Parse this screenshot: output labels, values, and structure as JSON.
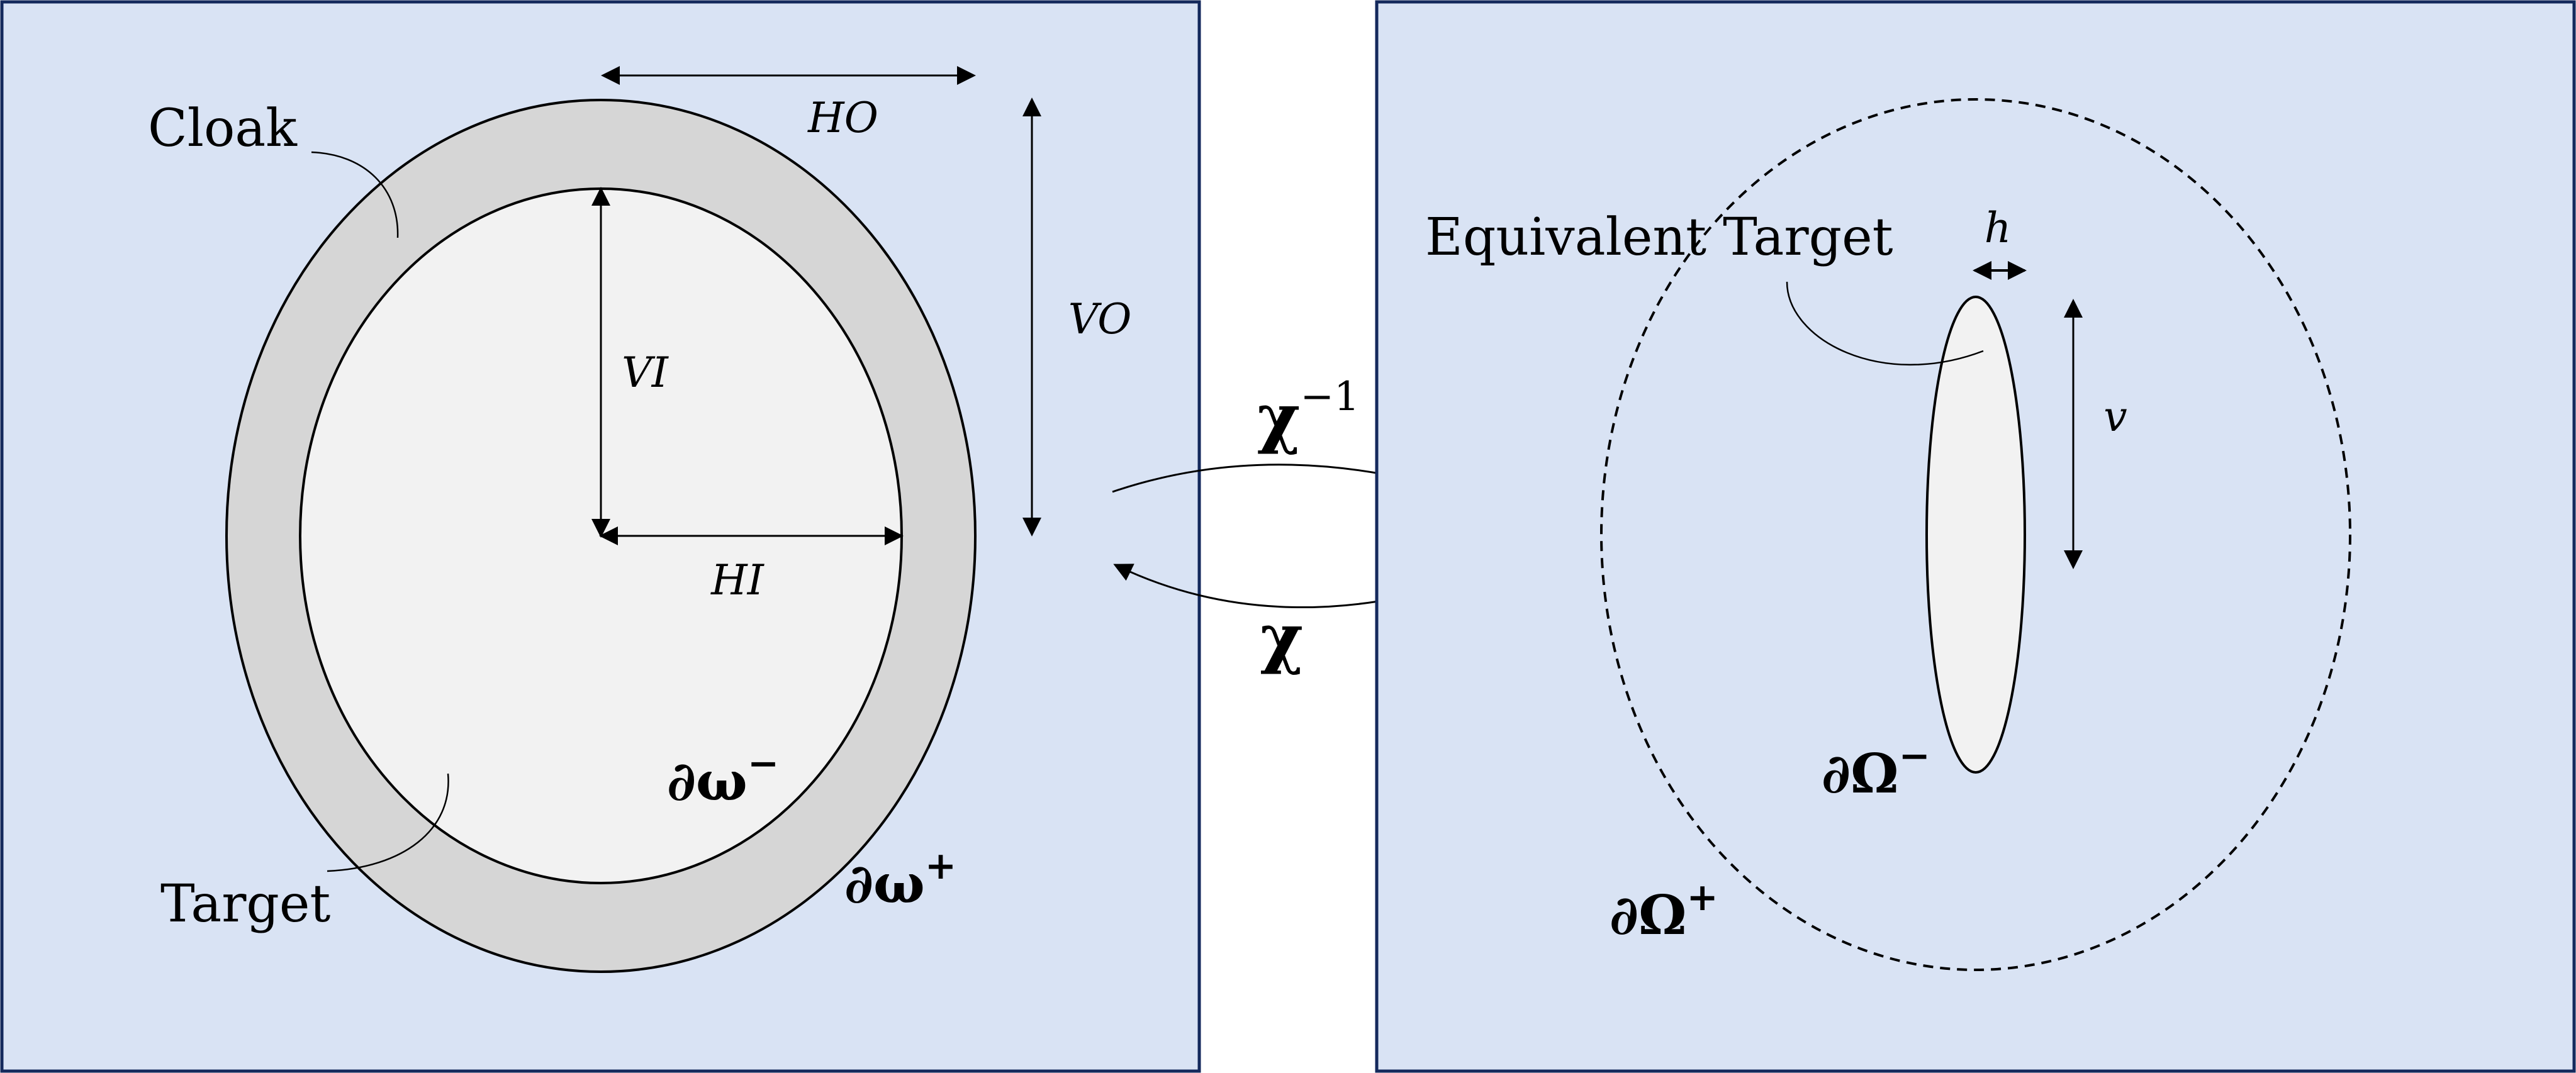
{
  "colors": {
    "panel_fill": "#d9e3f4",
    "panel_border": "#14295c",
    "cloak_fill": "#d6d6d6",
    "target_fill": "#f2f2f2",
    "line": "#000000"
  },
  "left_panel": {
    "cloak_label": "Cloak",
    "target_label": "Target",
    "inner_boundary_label": "∂ω",
    "inner_boundary_sup": "−",
    "outer_boundary_label": "∂ω",
    "outer_boundary_sup": "+",
    "dimensions": {
      "ho": "HO",
      "vo": "VO",
      "vi": "VI",
      "hi": "HI"
    }
  },
  "mapping": {
    "inverse_label": "χ",
    "inverse_sup": "−1",
    "forward_label": "χ"
  },
  "right_panel": {
    "equivalent_target_label": "Equivalent Target",
    "inner_boundary_label": "∂Ω",
    "inner_boundary_sup": "−",
    "outer_boundary_label": "∂Ω",
    "outer_boundary_sup": "+",
    "dimensions": {
      "h": "h",
      "v": "v"
    }
  }
}
